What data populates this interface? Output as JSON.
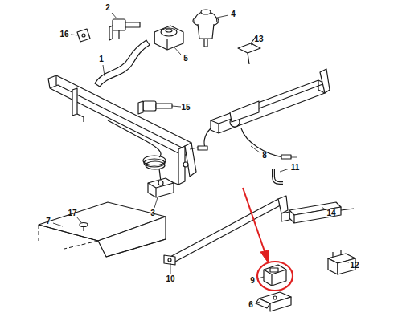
{
  "diagram": {
    "labels": [
      "2",
      "4",
      "16",
      "5",
      "13",
      "1",
      "15",
      "8",
      "11",
      "3",
      "14",
      "7",
      "17",
      "9",
      "12",
      "10",
      "6"
    ]
  }
}
